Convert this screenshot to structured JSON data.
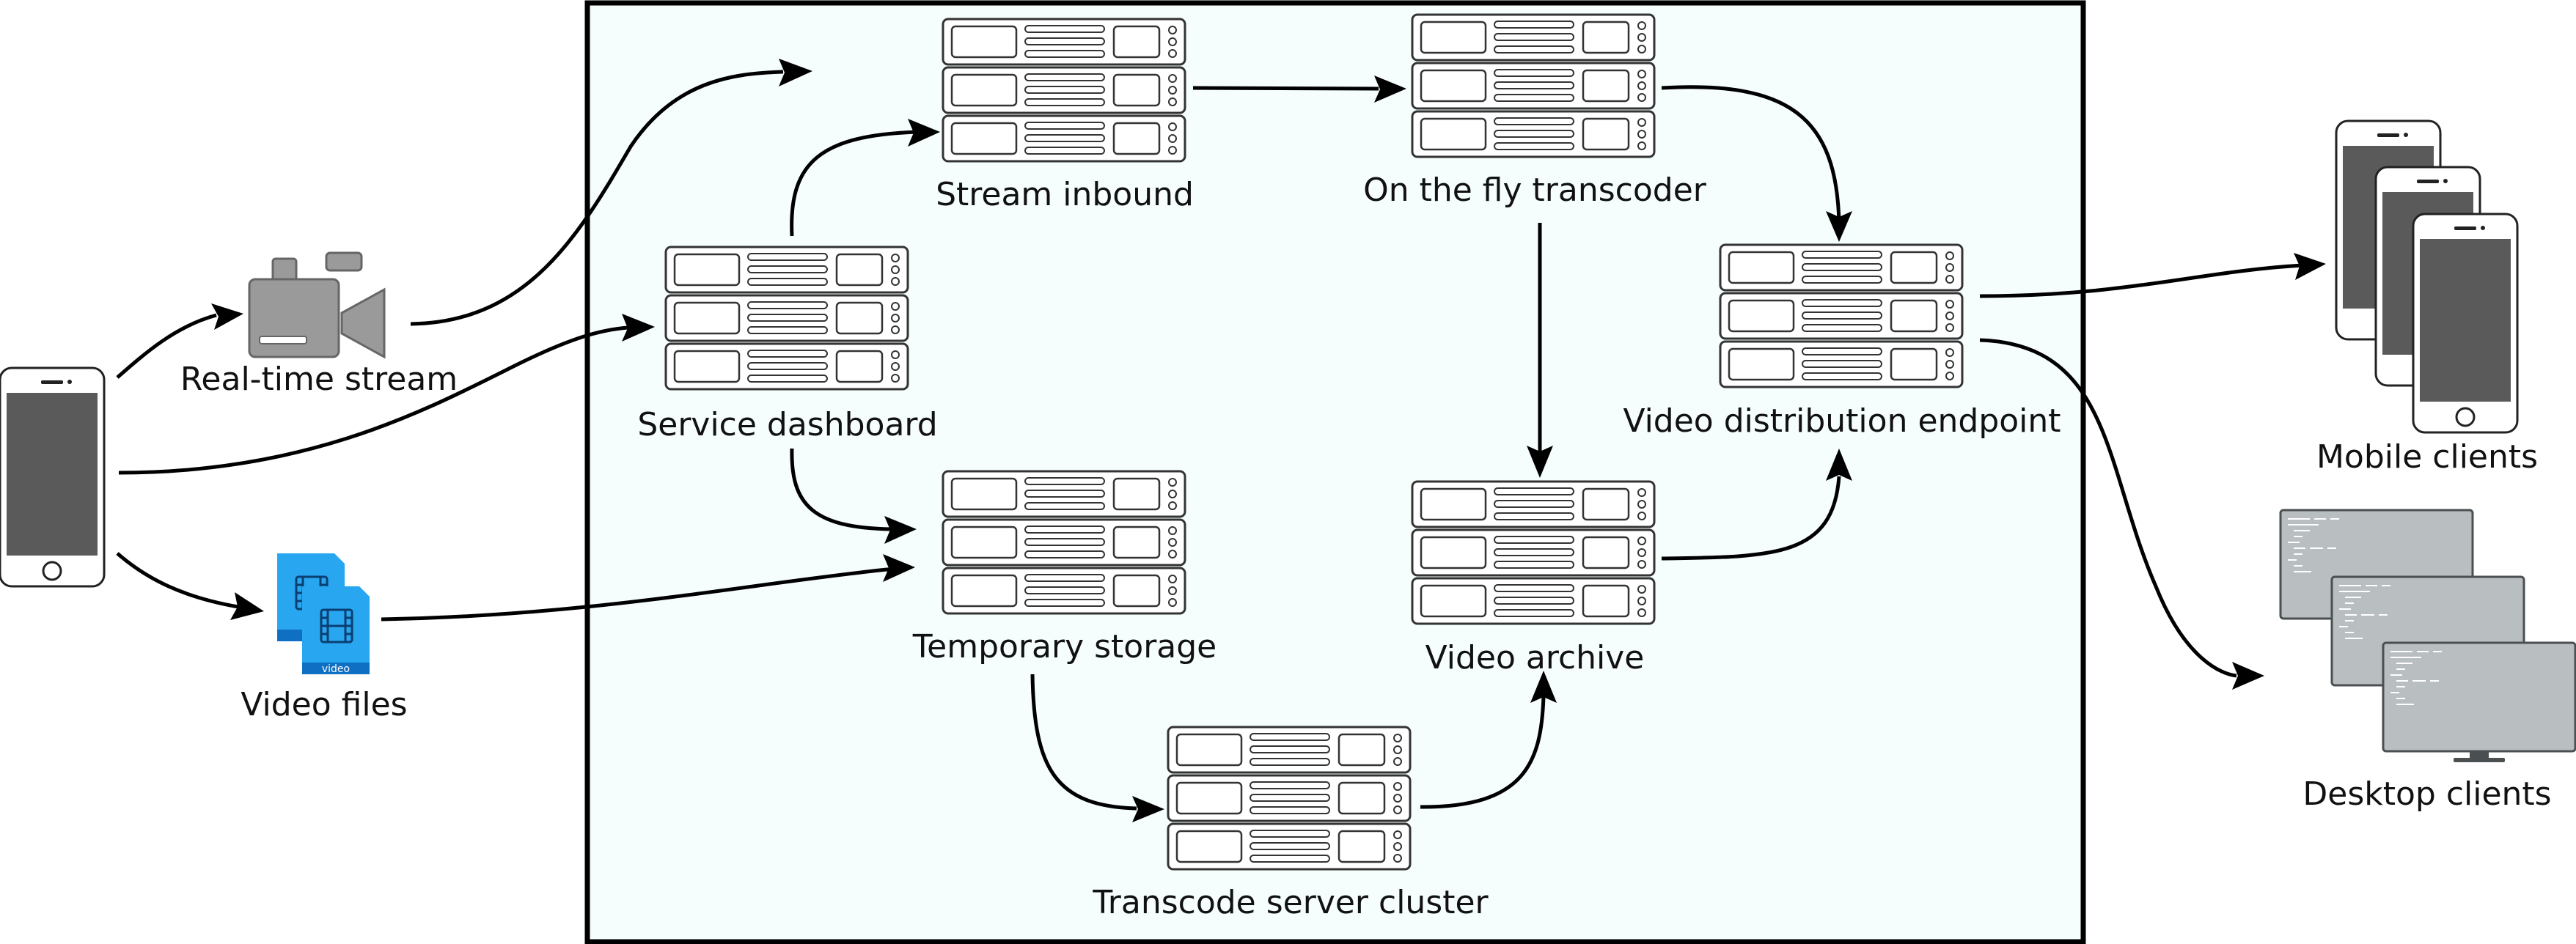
{
  "labels": {
    "realtime_stream": "Real-time stream",
    "video_files": "Video files",
    "service_dashboard": "Service dashboard",
    "stream_inbound": "Stream inbound",
    "on_the_fly_transcoder": "On the fly transcoder",
    "temporary_storage": "Temporary storage",
    "video_archive": "Video archive",
    "video_distribution_endpoint": "Video distribution endpoint",
    "transcode_server_cluster": "Transcode server cluster",
    "mobile_clients": "Mobile clients",
    "desktop_clients": "Desktop clients",
    "video_badge": "video"
  },
  "icons": {
    "source_device": "smartphone-icon",
    "realtime_stream": "video-camera-icon",
    "video_files": "video-file-icon",
    "server": "server-rack-icon",
    "mobile_clients": "smartphone-icon",
    "desktop_clients": "monitor-icon"
  },
  "colors": {
    "panel_background": "#f5fdfd",
    "panel_border": "#000000",
    "phone_screen": "#5a5a5a",
    "camera": "#9a9a9a",
    "video_file_light": "#29a6f0",
    "video_file_dark": "#0f6fc2",
    "monitor": "#b9bec1",
    "arrow": "#000000"
  }
}
